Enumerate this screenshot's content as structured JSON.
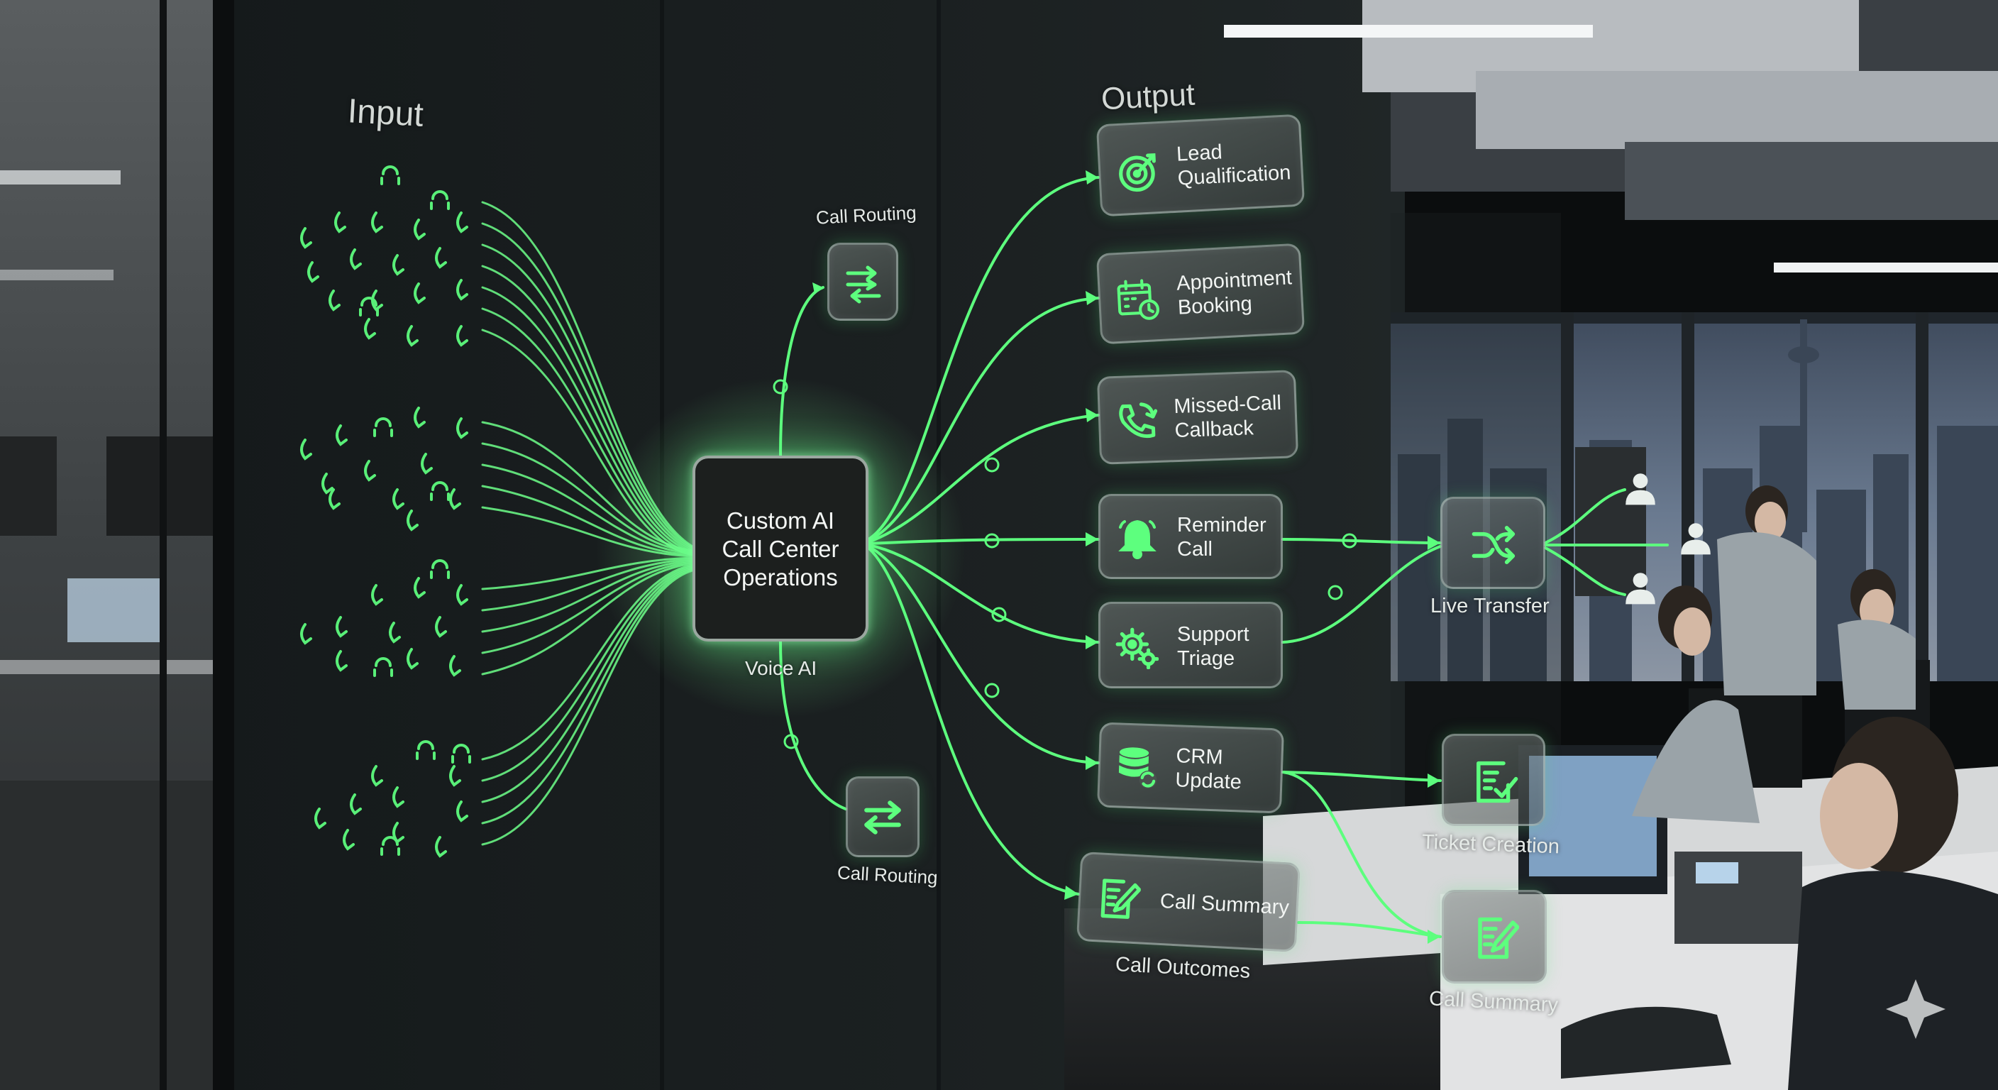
{
  "colors": {
    "accent": "#5dff7e",
    "glass_panel": "#141819",
    "node_fill": "#5c6460",
    "text": "#eef2ef"
  },
  "input_label": "Input",
  "output_label": "Output",
  "hub": {
    "label": "Custom AI\nCall Center\nOperations",
    "caption": "Voice AI"
  },
  "call_routing_top": {
    "label": "Call Routing",
    "icon": "routing-arrows-icon"
  },
  "call_routing_bottom": {
    "label": "Call Routing",
    "icon": "swap-arrows-icon"
  },
  "outputs": [
    {
      "id": "lead-qualification",
      "label": "Lead\nQualification",
      "icon": "target-icon"
    },
    {
      "id": "appointment-booking",
      "label": "Appointment\nBooking",
      "icon": "calendar-clock-icon"
    },
    {
      "id": "missed-call-callback",
      "label": "Missed-Call\nCallback",
      "icon": "phone-callback-icon"
    },
    {
      "id": "reminder-call",
      "label": "Reminder\nCall",
      "icon": "bell-icon"
    },
    {
      "id": "support-triage",
      "label": "Support\nTriage",
      "icon": "gears-icon"
    },
    {
      "id": "crm-update",
      "label": "CRM\nUpdate",
      "icon": "database-sync-icon"
    },
    {
      "id": "call-summary",
      "label": "Call Summary",
      "icon": "document-edit-icon"
    }
  ],
  "call_outcomes_label": "Call Outcomes",
  "live_transfer": {
    "label": "Live Transfer",
    "icon": "shuffle-icon"
  },
  "ticket_creation": {
    "label": "Ticket Creation",
    "icon": "checklist-icon"
  },
  "call_summary_final": {
    "label": "Call Summary",
    "icon": "document-edit-icon"
  },
  "agent_icons": [
    "person-icon",
    "person-icon",
    "person-icon"
  ]
}
